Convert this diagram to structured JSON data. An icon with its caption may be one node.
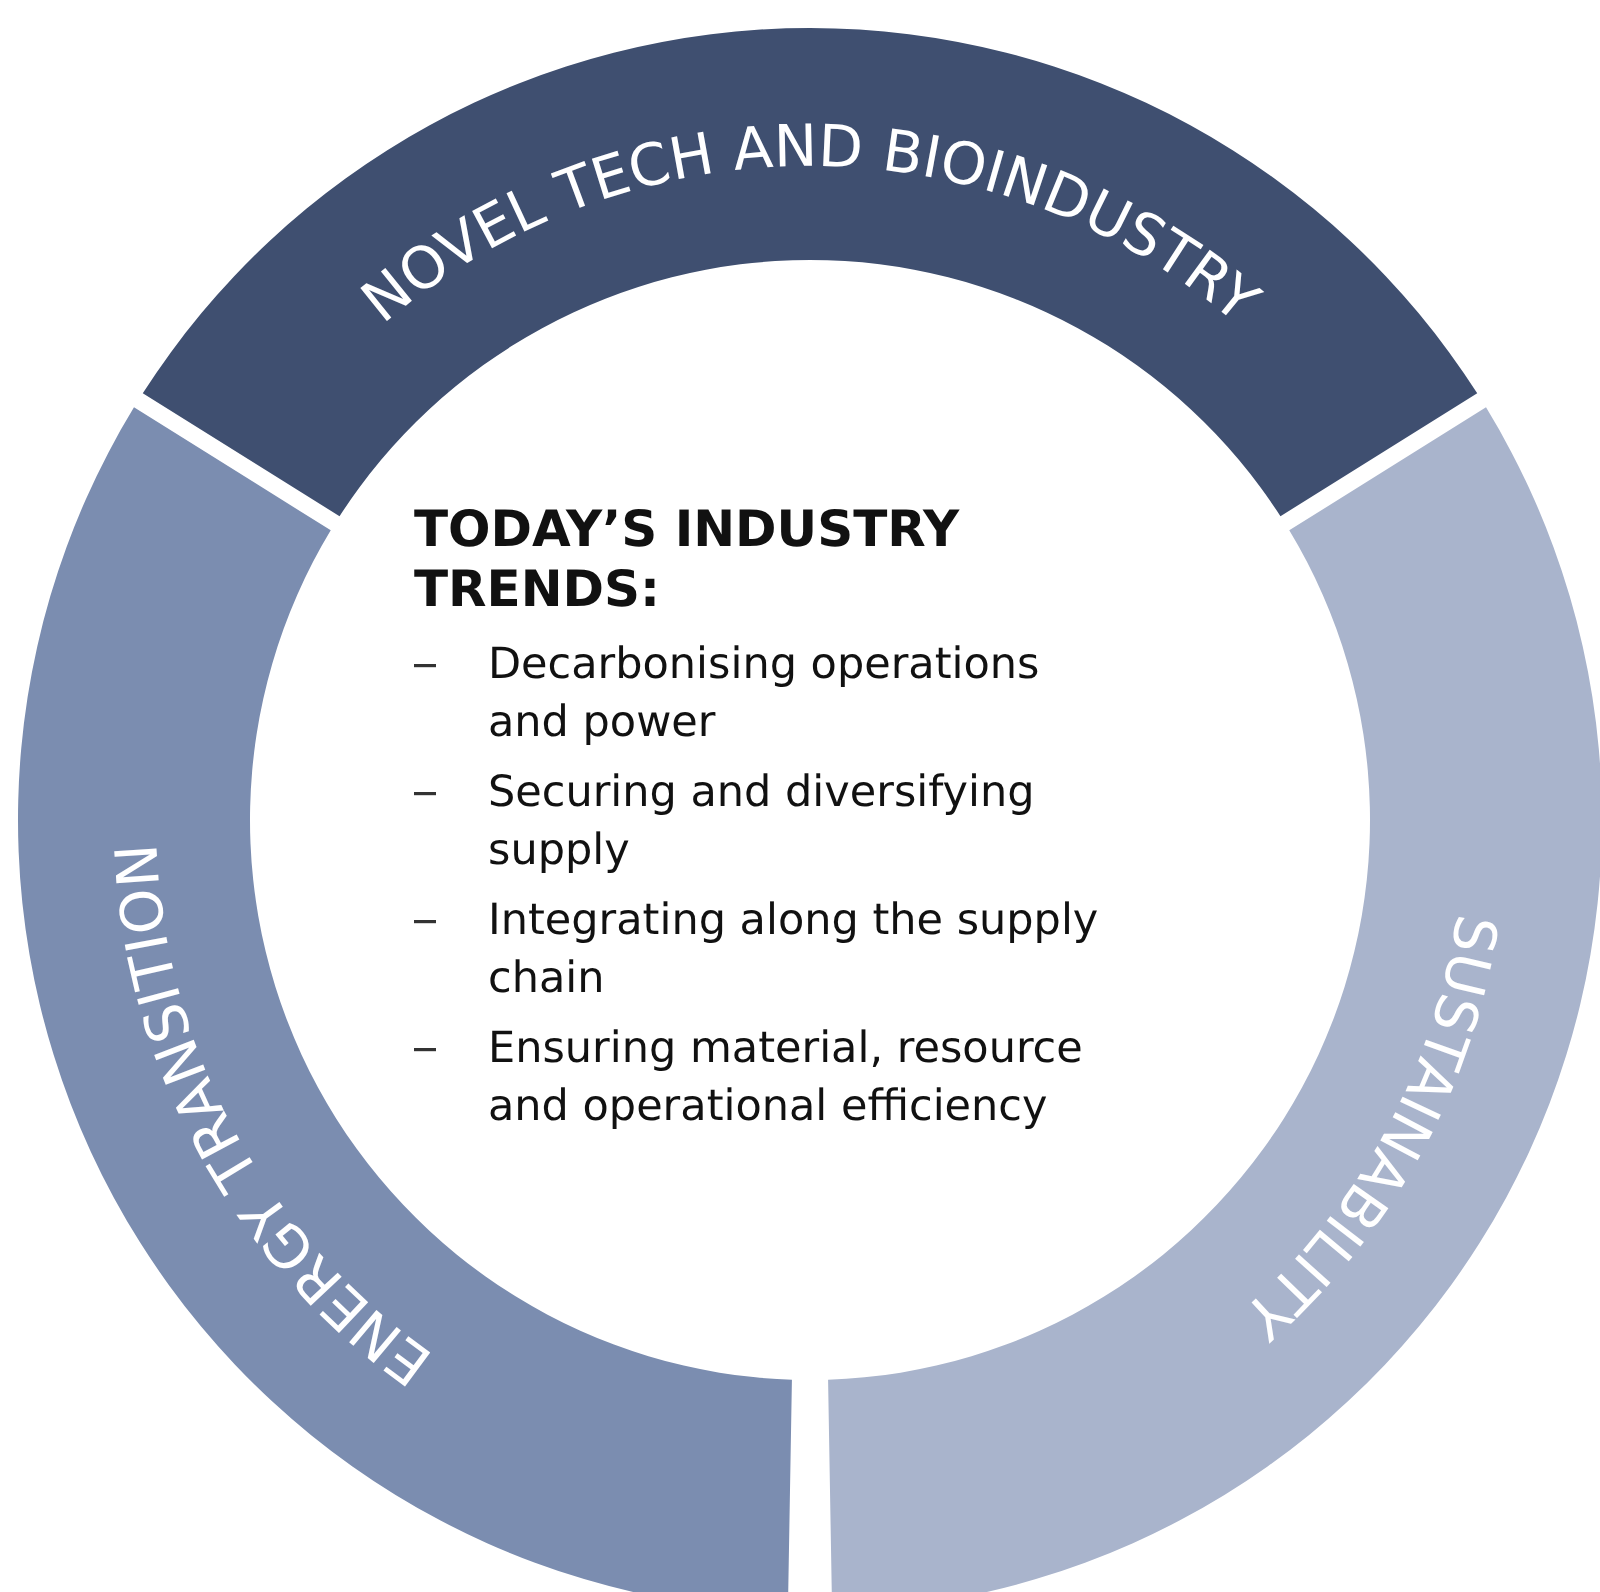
{
  "diagram": {
    "nodes": [
      {
        "text": [
          "NOVEL TECH AND BIOINDUSTRY"
        ]
      },
      {
        "text": [
          "ENERGY TRANSITION"
        ]
      },
      {
        "text": [
          "TODAY’S INDUSTRY TRENDS:",
          "Decarbonising operations and power",
          "Securing and diversifying supply",
          "Integrating along the supply chain",
          "Ensuring material, resource and operational efficiency"
        ]
      },
      {
        "text": [
          "SUSTAINABILITY"
        ]
      }
    ],
    "edges": []
  }
}
